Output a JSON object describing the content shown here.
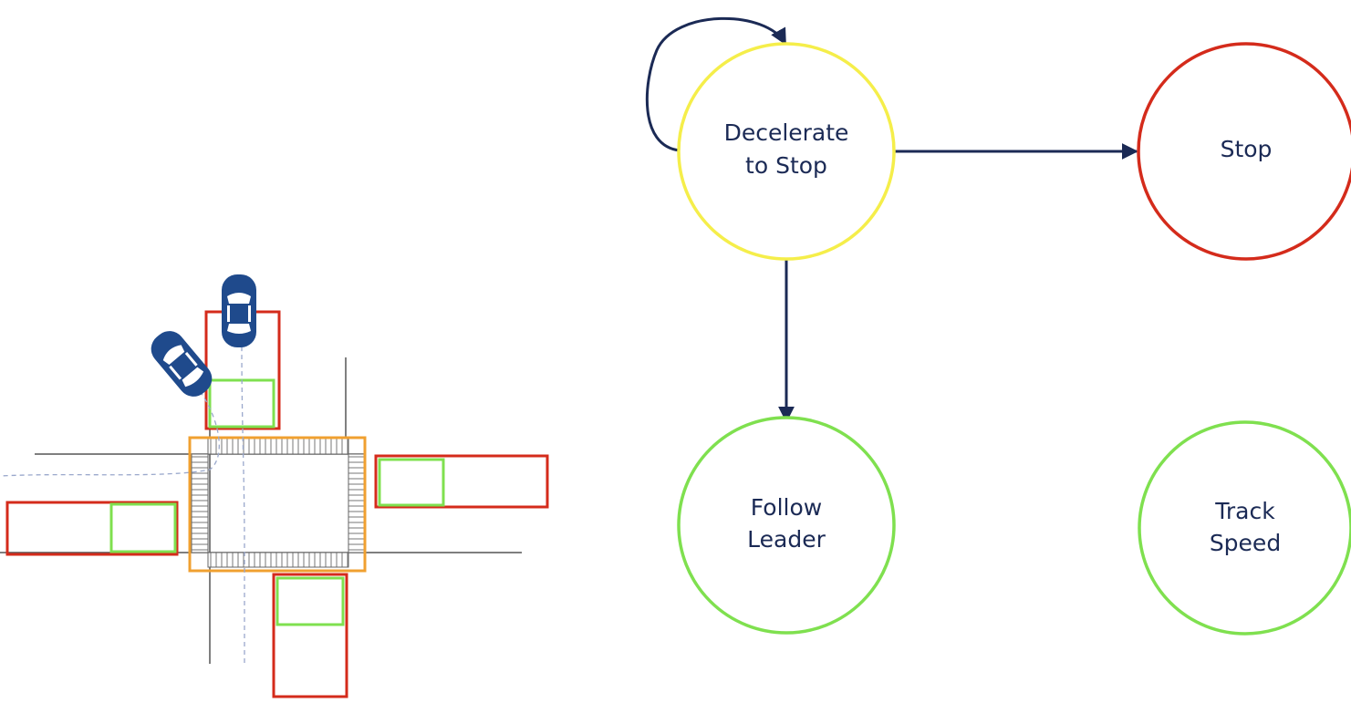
{
  "colors": {
    "background": "#ffffff",
    "arrow": "#1b2a55",
    "car": "#1f4a8c",
    "text": "#1b2a55",
    "state_yellow": "#f5ee4a",
    "state_red": "#d42b1b",
    "state_green": "#7fe04f",
    "zone_red": "#d42b1b",
    "zone_green": "#7fe04f",
    "zone_orange": "#f0a030",
    "road_line": "#555555",
    "path_dashed": "#9aa8cc"
  },
  "states": {
    "decelerate": {
      "line1": "Decelerate",
      "line2": "to Stop",
      "color": "yellow"
    },
    "stop": {
      "line1": "Stop",
      "color": "red"
    },
    "follow": {
      "line1": "Follow",
      "line2": "Leader",
      "color": "green"
    },
    "track": {
      "line1": "Track",
      "line2": "Speed",
      "color": "green"
    }
  },
  "transitions": [
    {
      "from": "decelerate",
      "to": "decelerate"
    },
    {
      "from": "decelerate",
      "to": "stop"
    },
    {
      "from": "decelerate",
      "to": "follow"
    }
  ],
  "intersection": {
    "vehicles": [
      {
        "name": "car-north-approach-icon"
      },
      {
        "name": "car-turning-icon"
      }
    ]
  }
}
